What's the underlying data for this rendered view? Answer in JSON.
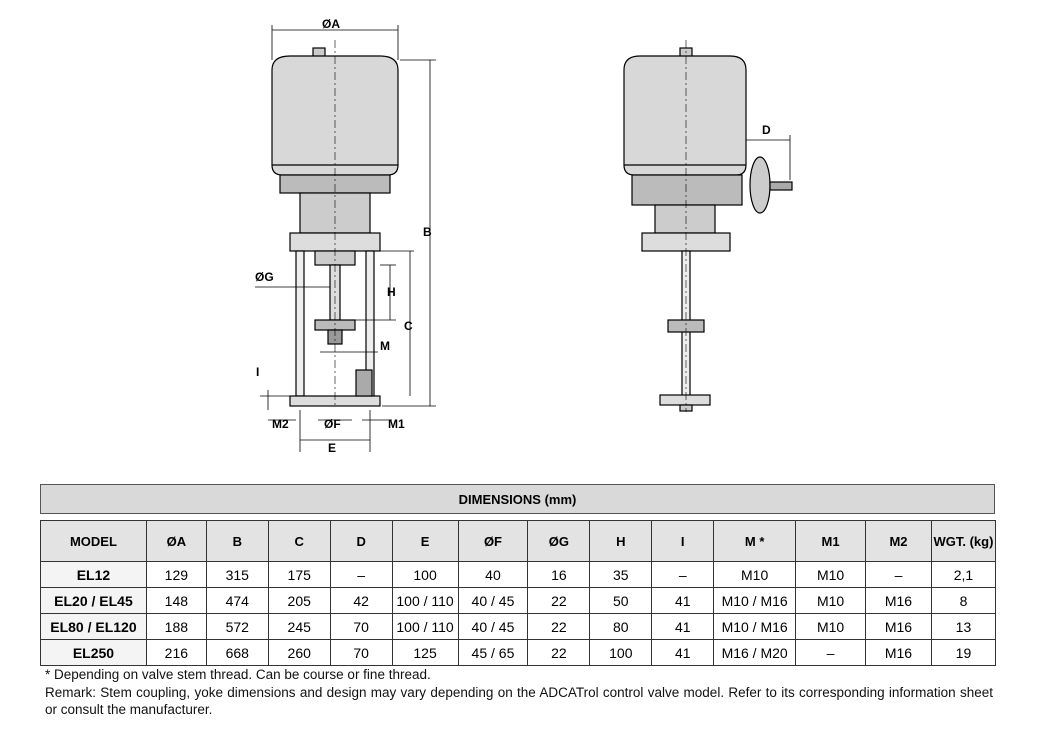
{
  "drawing": {
    "labels": {
      "A": "ØA",
      "B": "B",
      "C": "C",
      "D": "D",
      "E": "E",
      "F": "ØF",
      "G": "ØG",
      "H": "H",
      "I": "I",
      "M": "M",
      "M1": "M1",
      "M2": "M2"
    }
  },
  "table": {
    "title": "DIMENSIONS (mm)",
    "headers": [
      "MODEL",
      "ØA",
      "B",
      "C",
      "D",
      "E",
      "ØF",
      "ØG",
      "H",
      "I",
      "M *",
      "M1",
      "M2",
      "WGT. (kg)"
    ],
    "rows": [
      [
        "EL12",
        "129",
        "315",
        "175",
        "–",
        "100",
        "40",
        "16",
        "35",
        "–",
        "M10",
        "M10",
        "–",
        "2,1"
      ],
      [
        "EL20 / EL45",
        "148",
        "474",
        "205",
        "42",
        "100 / 110",
        "40 / 45",
        "22",
        "50",
        "41",
        "M10 / M16",
        "M10",
        "M16",
        "8"
      ],
      [
        "EL80 / EL120",
        "188",
        "572",
        "245",
        "70",
        "100 / 110",
        "40 / 45",
        "22",
        "80",
        "41",
        "M10 / M16",
        "M10",
        "M16",
        "13"
      ],
      [
        "EL250",
        "216",
        "668",
        "260",
        "70",
        "125",
        "45 / 65",
        "22",
        "100",
        "41",
        "M16 / M20",
        "–",
        "M16",
        "19"
      ]
    ]
  },
  "notes": {
    "footnote": "* Depending on valve stem thread. Can be course or fine thread.",
    "remark": "Remark: Stem coupling, yoke dimensions and design may vary depending on the ADCATrol control valve model. Refer to its corresponding information sheet or consult the manufacturer."
  }
}
